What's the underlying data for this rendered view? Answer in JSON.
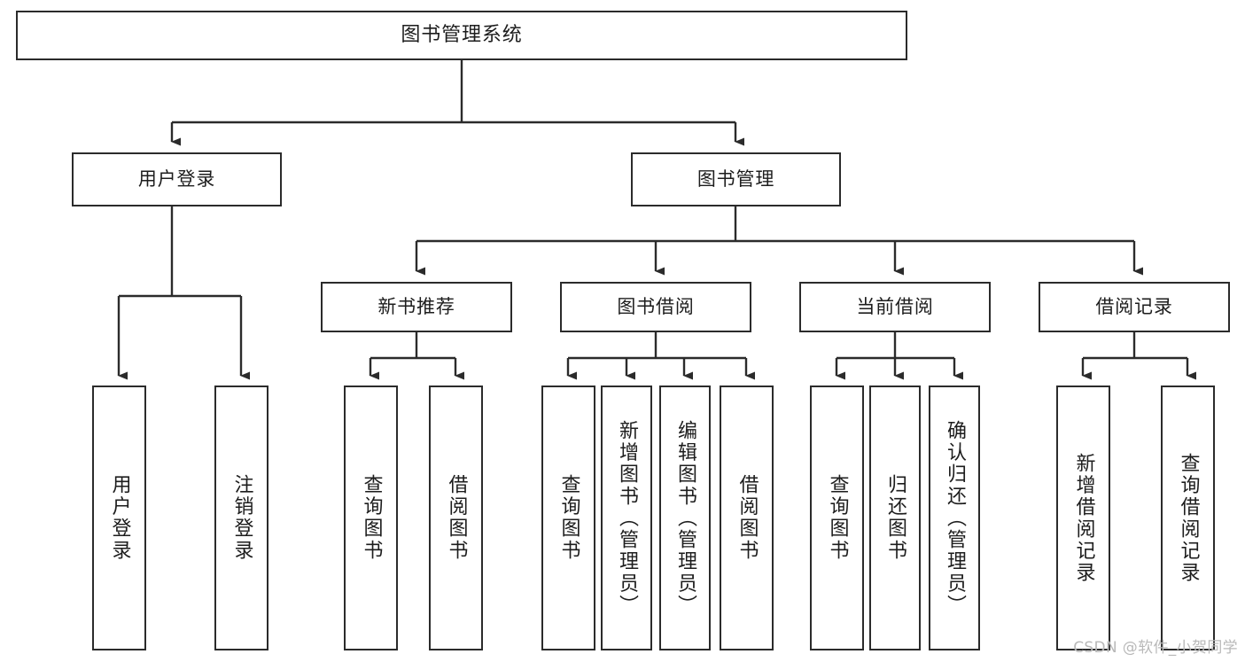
{
  "diagram": {
    "type": "tree",
    "title": "图书管理系统",
    "watermark": "CSDN @软件_小贺同学",
    "colors": {
      "box_border": "#2b2b2b",
      "box_fill": "#ffffff",
      "connector": "#2b2b2b",
      "text": "#1d1d1d",
      "watermark": "#b9b9b9"
    },
    "levels": {
      "root": {
        "label": "图书管理系统"
      },
      "level2": [
        {
          "label": "用户登录"
        },
        {
          "label": "图书管理"
        }
      ],
      "level3": [
        {
          "label": "新书推荐"
        },
        {
          "label": "图书借阅"
        },
        {
          "label": "当前借阅"
        },
        {
          "label": "借阅记录"
        }
      ],
      "leaves": {
        "user_login": [
          {
            "label": "用户登录"
          },
          {
            "label": "注销登录"
          }
        ],
        "new_book_recommend": [
          {
            "label": "查询图书"
          },
          {
            "label": "借阅图书"
          }
        ],
        "book_borrow": [
          {
            "label": "查询图书"
          },
          {
            "label": "新增图书（管理员）"
          },
          {
            "label": "编辑图书（管理员）"
          },
          {
            "label": "借阅图书"
          }
        ],
        "current_borrow": [
          {
            "label": "查询图书"
          },
          {
            "label": "归还图书"
          },
          {
            "label": "确认归还（管理员）"
          }
        ],
        "borrow_record": [
          {
            "label": "新增借阅记录"
          },
          {
            "label": "查询借阅记录"
          }
        ]
      }
    }
  }
}
